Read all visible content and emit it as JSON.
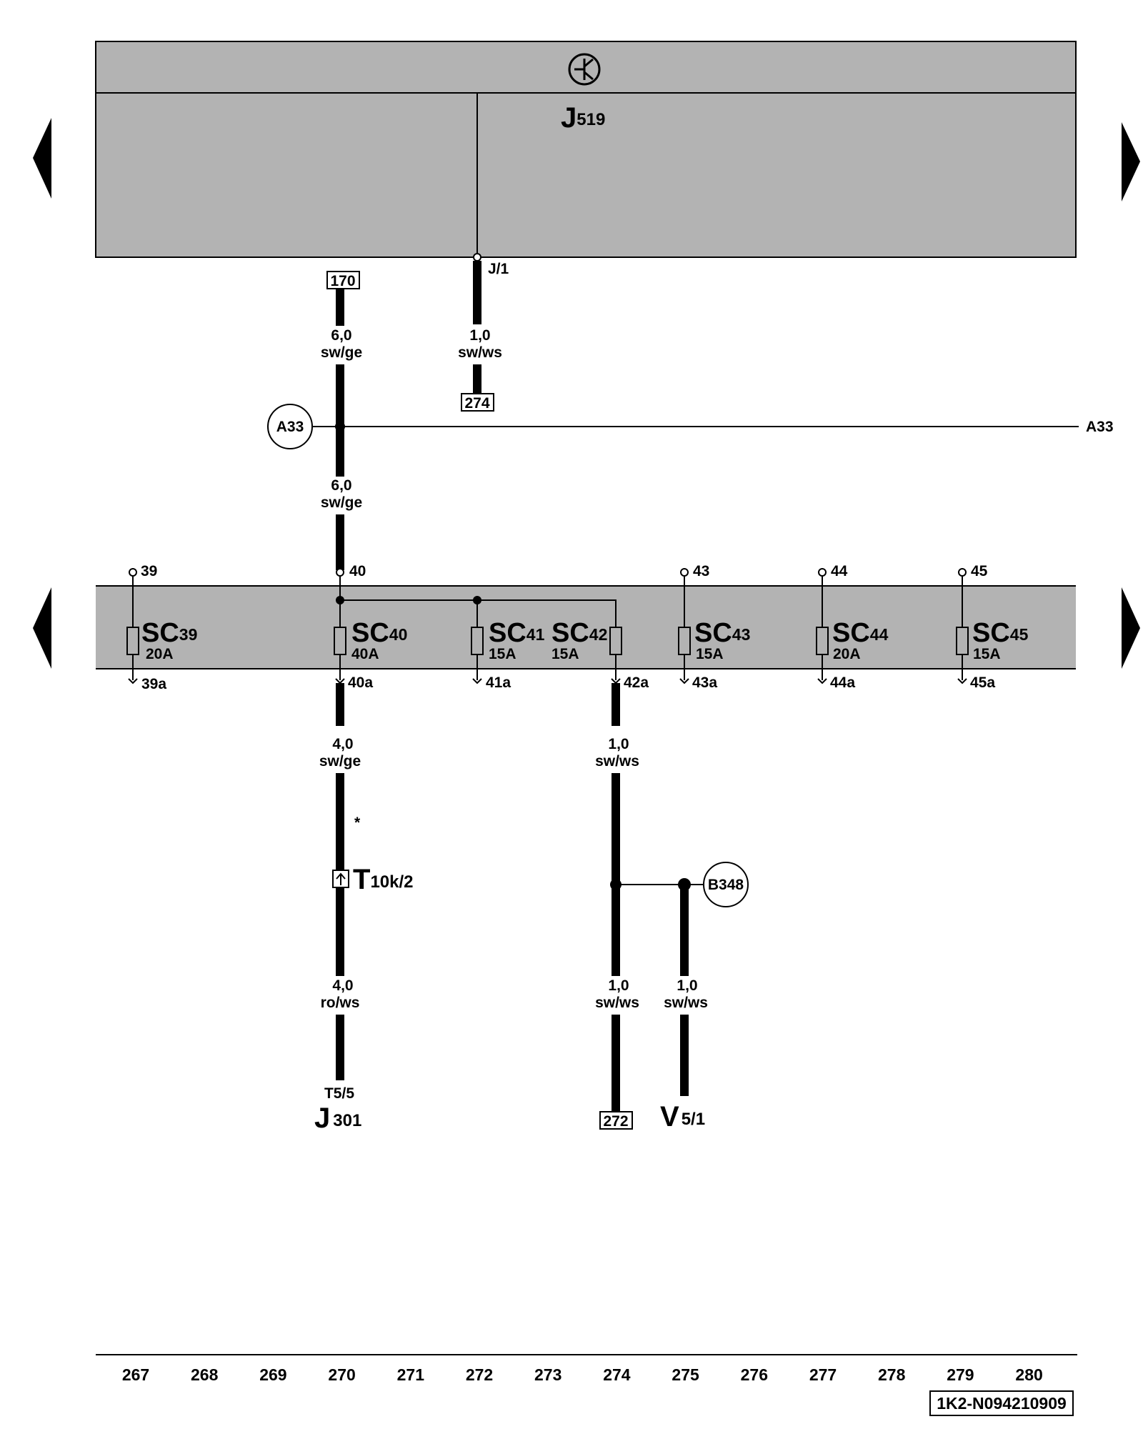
{
  "control_unit": {
    "letter": "J",
    "number": "519",
    "pin": "J/1"
  },
  "refs": {
    "r170": "170",
    "r274": "274",
    "r272": "272"
  },
  "wires": {
    "w170": {
      "size": "6,0",
      "color": "sw/ge"
    },
    "wJ1": {
      "size": "1,0",
      "color": "sw/ws"
    },
    "wA33": {
      "size": "6,0",
      "color": "sw/ge"
    },
    "w40a": {
      "size": "4,0",
      "color": "sw/ge"
    },
    "wT10": {
      "size": "4,0",
      "color": "ro/ws"
    },
    "w42a": {
      "size": "1,0",
      "color": "sw/ws"
    },
    "w272": {
      "size": "1,0",
      "color": "sw/ws"
    },
    "wV5": {
      "size": "1,0",
      "color": "sw/ws"
    }
  },
  "splices": {
    "a33": "A33",
    "a33_right": "A33",
    "b348": "B348"
  },
  "fuses": [
    {
      "name": "SC",
      "num": "39",
      "amp": "20A",
      "top": "39",
      "bottom": "39a"
    },
    {
      "name": "SC",
      "num": "40",
      "amp": "40A",
      "top": "40",
      "bottom": "40a"
    },
    {
      "name": "SC",
      "num": "41",
      "amp": "15A",
      "bottom": "41a"
    },
    {
      "name": "SC",
      "num": "42",
      "amp": "15A",
      "bottom": "42a"
    },
    {
      "name": "SC",
      "num": "43",
      "amp": "15A",
      "top": "43",
      "bottom": "43a"
    },
    {
      "name": "SC",
      "num": "44",
      "amp": "20A",
      "top": "44",
      "bottom": "44a"
    },
    {
      "name": "SC",
      "num": "45",
      "amp": "15A",
      "top": "45",
      "bottom": "45a"
    }
  ],
  "connector_t10k": {
    "letter": "T",
    "sub": "10k/2",
    "note": "*"
  },
  "j301": {
    "pin": "T5/5",
    "letter": "J",
    "number": "301"
  },
  "v5": {
    "letter": "V",
    "number": "5/1"
  },
  "columns": [
    "267",
    "268",
    "269",
    "270",
    "271",
    "272",
    "273",
    "274",
    "275",
    "276",
    "277",
    "278",
    "279",
    "280"
  ],
  "doc_id": "1K2-N094210909"
}
